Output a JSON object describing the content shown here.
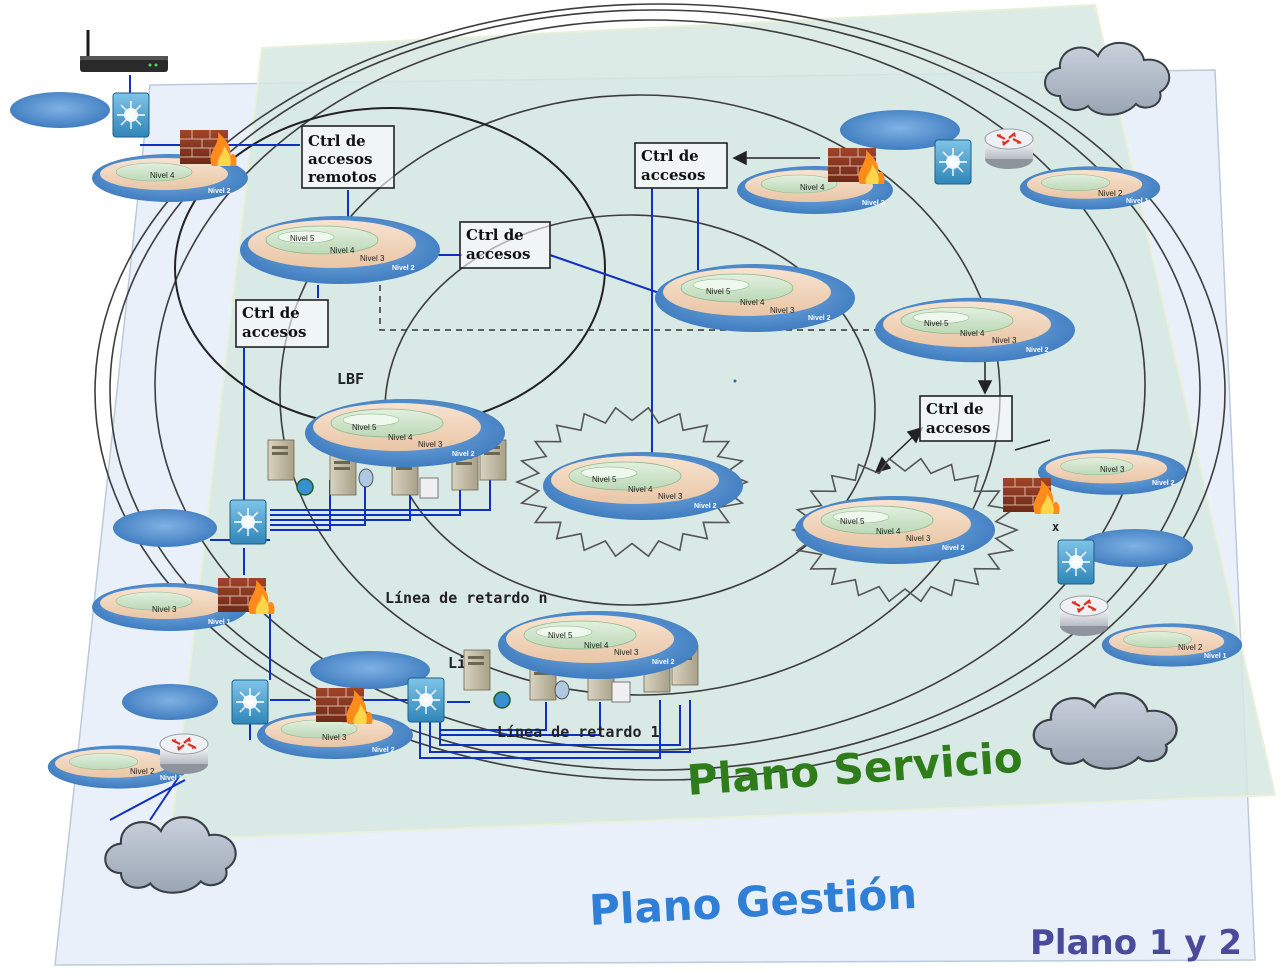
{
  "planes": {
    "servicio": "Plano Servicio",
    "gestion": "Plano Gestión",
    "corner": "Plano 1 y 2"
  },
  "boxes": {
    "ctrl_remotos": [
      "Ctrl de",
      "accesos",
      "remotos"
    ],
    "ctrl_accesos": [
      "Ctrl de",
      "accesos"
    ]
  },
  "region_labels": {
    "lbf": "LBF",
    "linea_n": "Línea de retardo n",
    "linea_1": "Línea de retardo 1",
    "li_fragment": "Li",
    "x_mark": "x"
  },
  "levels": {
    "n5": "Nivel 5",
    "n4": "Nivel 4",
    "n3": "Nivel 3",
    "n2": "Nivel 2",
    "n1": "Nivel 1"
  },
  "colors": {
    "servicio_text": "#2e7d1a",
    "gestion_text": "#2f7fd6",
    "corner_text": "#4a4a9a",
    "link_blue": "#1030c0",
    "ellipse_blue": "#4f8fcf"
  }
}
